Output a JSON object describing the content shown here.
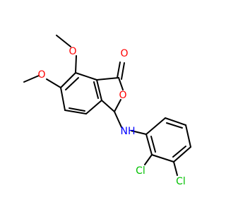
{
  "colors": {
    "carbon_bond": "#000000",
    "oxygen": "#ff0000",
    "nitrogen": "#0000ff",
    "chlorine": "#00c000",
    "background": "#ffffff"
  },
  "atoms": {
    "o_methoxy_top": "O",
    "o_methoxy_left": "O",
    "o_carbonyl": "O",
    "o_ring": "O",
    "nh": "NH",
    "cl_2": "Cl",
    "cl_3": "Cl"
  }
}
